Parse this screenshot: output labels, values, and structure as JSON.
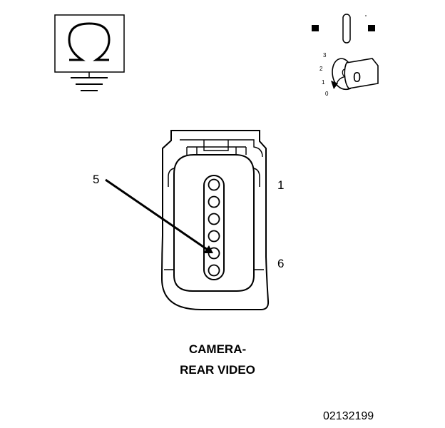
{
  "connector": {
    "title_line1": "CAMERA-",
    "title_line2": "REAR VIDEO",
    "pin_first": "1",
    "pin_last": "6",
    "callout_pin": "5",
    "pin_count": 6
  },
  "ignition_switch": {
    "positions": [
      "3",
      "2",
      "1",
      "0"
    ],
    "key_label": "0"
  },
  "figure_id": "02132199",
  "icons": {
    "ground_symbol": "ohm-ground-icon",
    "switch_symbol": "ignition-key-icon"
  },
  "colors": {
    "line": "#000000",
    "background": "#ffffff"
  }
}
